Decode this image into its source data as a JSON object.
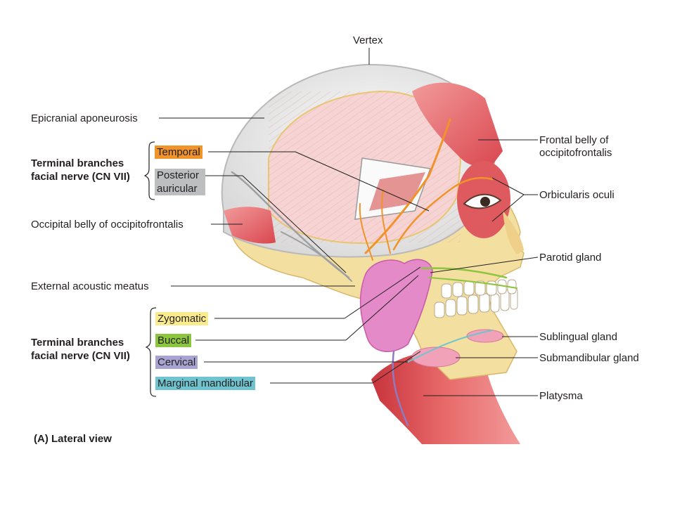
{
  "labels": {
    "vertex": "Vertex",
    "epicranial": "Epicranial aponeurosis",
    "frontal_belly_1": "Frontal belly of",
    "frontal_belly_2": "occipitofrontalis",
    "orbicularis": "Orbicularis oculi",
    "occipital_belly": "Occipital belly of occipitofrontalis",
    "parotid": "Parotid gland",
    "external_acoustic": "External acoustic meatus",
    "sublingual": "Sublingual gland",
    "submandibular": "Submandibular gland",
    "platysma": "Platysma"
  },
  "group_upper": {
    "title_1": "Terminal branches",
    "title_2": "facial nerve (CN VII)",
    "temporal": "Temporal",
    "posterior_1": "Posterior",
    "posterior_2": "auricular"
  },
  "group_lower": {
    "title_1": "Terminal branches",
    "title_2": "facial nerve (CN VII)",
    "zygomatic": "Zygomatic",
    "buccal": "Buccal",
    "cervical": "Cervical",
    "marginal": "Marginal mandibular"
  },
  "caption": "(A) Lateral view",
  "colors": {
    "temporal": "#f0932b",
    "posterior_auricular": "#bcbec0",
    "zygomatic": "#fbeb8f",
    "buccal": "#8cc63f",
    "cervical": "#a7a4d2",
    "marginal_mandibular": "#6fc4cf",
    "muscle": "#e25d5d",
    "bone": "#f3dfa0",
    "gland": "#e07fc0",
    "nerve": "#f0932b",
    "leader": "#231f20"
  }
}
